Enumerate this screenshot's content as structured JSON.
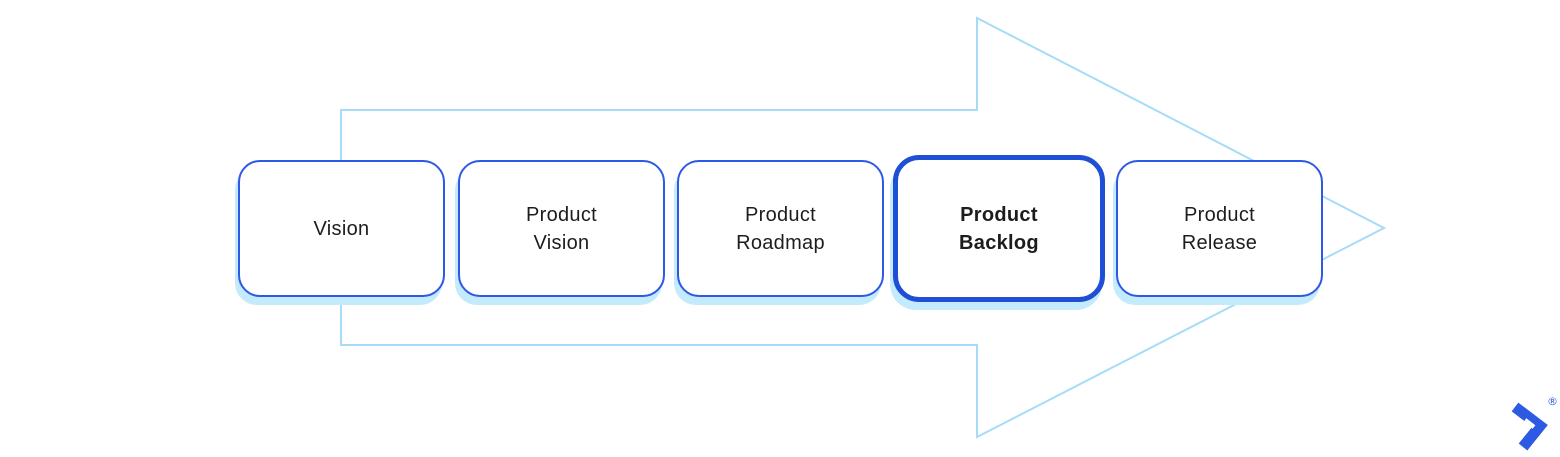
{
  "colors": {
    "background": "#ffffff",
    "box-border": "#2d59e5",
    "box-border-strong": "#1e4fd4",
    "box-shadow": "#c3ebfd",
    "arrow-outline": "#a6dcf8",
    "text": "#1d1d1f",
    "logo": "#2c5ae2"
  },
  "diagram": {
    "type": "process-flow-arrow",
    "direction": "right",
    "highlighted_step": "Product Backlog",
    "steps": [
      {
        "label": "Vision",
        "highlighted": false
      },
      {
        "label": "Product Vision",
        "highlighted": false
      },
      {
        "label": "Product Roadmap",
        "highlighted": false
      },
      {
        "label": "Product Backlog",
        "highlighted": true
      },
      {
        "label": "Product Release",
        "highlighted": false
      }
    ]
  },
  "footer": {
    "logo": "toptal-mark",
    "registered_symbol": "®"
  }
}
